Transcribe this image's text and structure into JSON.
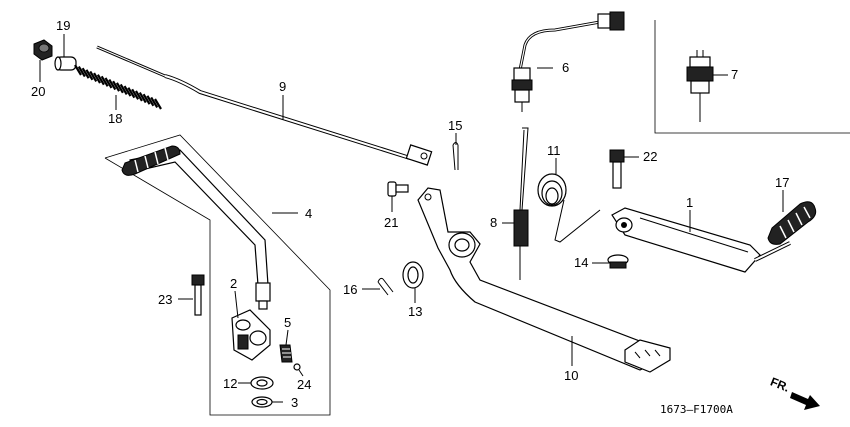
{
  "diagram": {
    "code": "1673–F1700A",
    "direction_label": "FR.",
    "callouts": [
      {
        "id": "c1",
        "text": "1"
      },
      {
        "id": "c2",
        "text": "2"
      },
      {
        "id": "c3",
        "text": "3"
      },
      {
        "id": "c4",
        "text": "4"
      },
      {
        "id": "c5",
        "text": "5"
      },
      {
        "id": "c6",
        "text": "6"
      },
      {
        "id": "c7",
        "text": "7"
      },
      {
        "id": "c8",
        "text": "8"
      },
      {
        "id": "c9",
        "text": "9"
      },
      {
        "id": "c10",
        "text": "10"
      },
      {
        "id": "c11",
        "text": "11"
      },
      {
        "id": "c12",
        "text": "12"
      },
      {
        "id": "c13",
        "text": "13"
      },
      {
        "id": "c14",
        "text": "14"
      },
      {
        "id": "c15",
        "text": "15"
      },
      {
        "id": "c16",
        "text": "16"
      },
      {
        "id": "c17",
        "text": "17"
      },
      {
        "id": "c18",
        "text": "18"
      },
      {
        "id": "c19",
        "text": "19"
      },
      {
        "id": "c20",
        "text": "20"
      },
      {
        "id": "c21",
        "text": "21"
      },
      {
        "id": "c22",
        "text": "22"
      },
      {
        "id": "c23",
        "text": "23"
      },
      {
        "id": "c24",
        "text": "24"
      }
    ]
  }
}
